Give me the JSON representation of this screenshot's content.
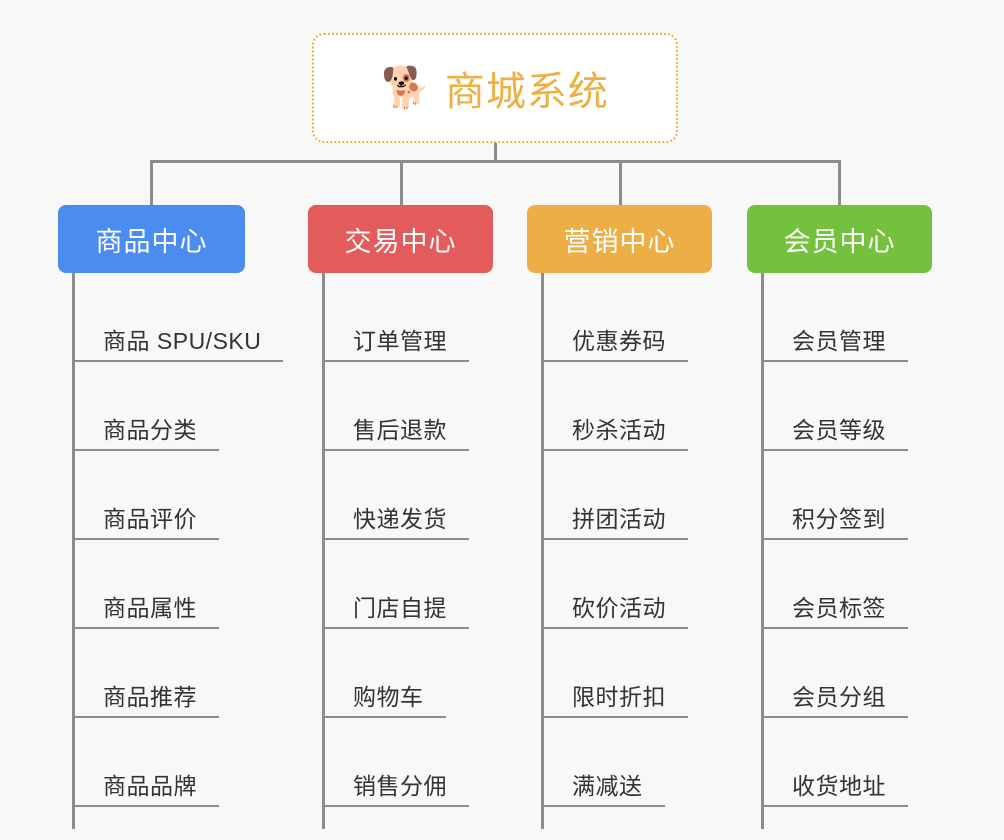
{
  "diagram": {
    "type": "mindmap-org-chart",
    "background_color": "#f8f8f8",
    "connector_color": "#8c8c8c",
    "root": {
      "icon": "shiba-inu-dog-face-emoji",
      "emoji": "🐕",
      "title": "商城系统",
      "text_color": "#eeb043",
      "border_color": "#eeb043",
      "background_color": "#ffffff",
      "border_style": "dotted"
    },
    "branches": [
      {
        "label": "商品中心",
        "color": "#4a8cf0",
        "text_color": "#ffffff",
        "items": [
          "商品 SPU/SKU",
          "商品分类",
          "商品评价",
          "商品属性",
          "商品推荐",
          "商品品牌"
        ]
      },
      {
        "label": "交易中心",
        "color": "#e45b5b",
        "text_color": "#ffffff",
        "items": [
          "订单管理",
          "售后退款",
          "快递发货",
          "门店自提",
          "购物车",
          "销售分佣"
        ]
      },
      {
        "label": "营销中心",
        "color": "#edae45",
        "text_color": "#ffffff",
        "items": [
          "优惠券码",
          "秒杀活动",
          "拼团活动",
          "砍价活动",
          "限时折扣",
          "满减送"
        ]
      },
      {
        "label": "会员中心",
        "color": "#74c13e",
        "text_color": "#ffffff",
        "items": [
          "会员管理",
          "会员等级",
          "积分签到",
          "会员标签",
          "会员分组",
          "收货地址"
        ]
      }
    ]
  }
}
